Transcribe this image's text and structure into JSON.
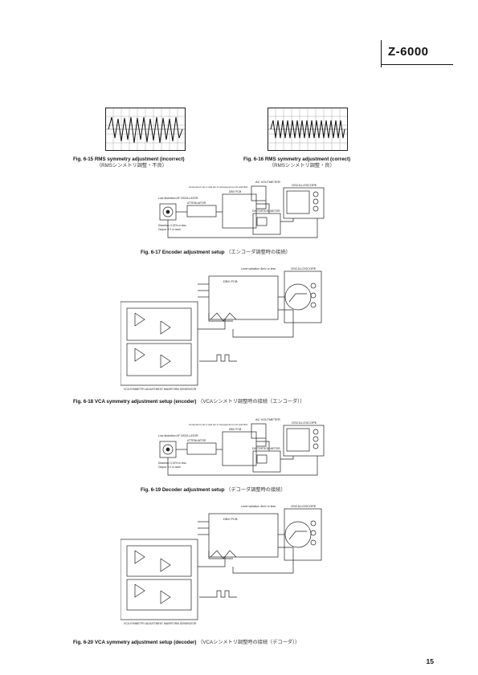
{
  "header": {
    "model": "Z-6000"
  },
  "fig15": {
    "number": "Fig. 6-15",
    "title": "RMS symmetry adjustment (incorrect)",
    "subtitle": "（RMSシンメトリ調整・不良）"
  },
  "fig16": {
    "number": "Fig. 6-16",
    "title": "RMS symmetry adjustment (correct)",
    "subtitle": "（RMSシンメトリ調整・良）"
  },
  "fig17": {
    "number": "Fig. 6-17",
    "title": "Encoder adjustment setup",
    "subtitle": "（エンコーダ調整時の接続）",
    "labels": {
      "ac_voltmeter": "AC VOLTMETER",
      "oscilloscope": "OSCILLOSCOPE",
      "oscillator": "Low distortion AF OSCILLATOR",
      "attenuator": "ATTENUATOR",
      "dbx_pcb": "DBX PCB",
      "distortion_meter": "DISTORTION METER",
      "connect_note": "Connector's pin 1 and pin 4 correspond to Lch and Rch.",
      "distortion_spec": "Distortion: 0.02% or less",
      "output_spec": "Output: 3 V or more"
    }
  },
  "fig18": {
    "number": "Fig. 6-18",
    "title": "VCA symmetry adjustment setup (encoder)",
    "subtitle": "（VCAシンメトリ調整時の接続（エンコーダ））",
    "labels": {
      "level_note": "Level variation: 8mV or less",
      "oscilloscope": "OSCILLOSCOPE",
      "dbx_pcb": "DBX PCB",
      "generator": "VCA SYMMETRY ADJUSTMENT WAVEFORM GENERATOR"
    }
  },
  "fig19": {
    "number": "Fig. 6-19",
    "title": "Decoder adjustment setup",
    "subtitle": "（デコーダ調整時の接続）",
    "labels": {
      "ac_voltmeter": "AC VOLTMETER",
      "oscilloscope": "OSCILLOSCOPE",
      "oscillator": "Low distortion AF OSCILLATOR",
      "attenuator": "ATTENUATOR",
      "dbx_pcb": "DBX PCB",
      "distortion_meter": "DISTORTION METER",
      "connect_note": "Connector's pin 1 and pin 4 correspond to Lch and Rch.",
      "distortion_spec": "Distortion: 0.02% or less",
      "output_spec": "Output: 3 V or more"
    }
  },
  "fig20": {
    "number": "Fig. 6-20",
    "title": "VCA symmetry adjustment setup (decoder)",
    "subtitle": "（VCAシンメトリ調整時の接続（デコーダ））",
    "labels": {
      "level_note": "Level variation: 8mV or less",
      "oscilloscope": "OSCILLOSCOPE",
      "dbx_pcb": "DBX PCB",
      "generator": "VCA SYMMETRY ADJUSTMENT WAVEFORM GENERATOR"
    }
  },
  "page_number": "15"
}
